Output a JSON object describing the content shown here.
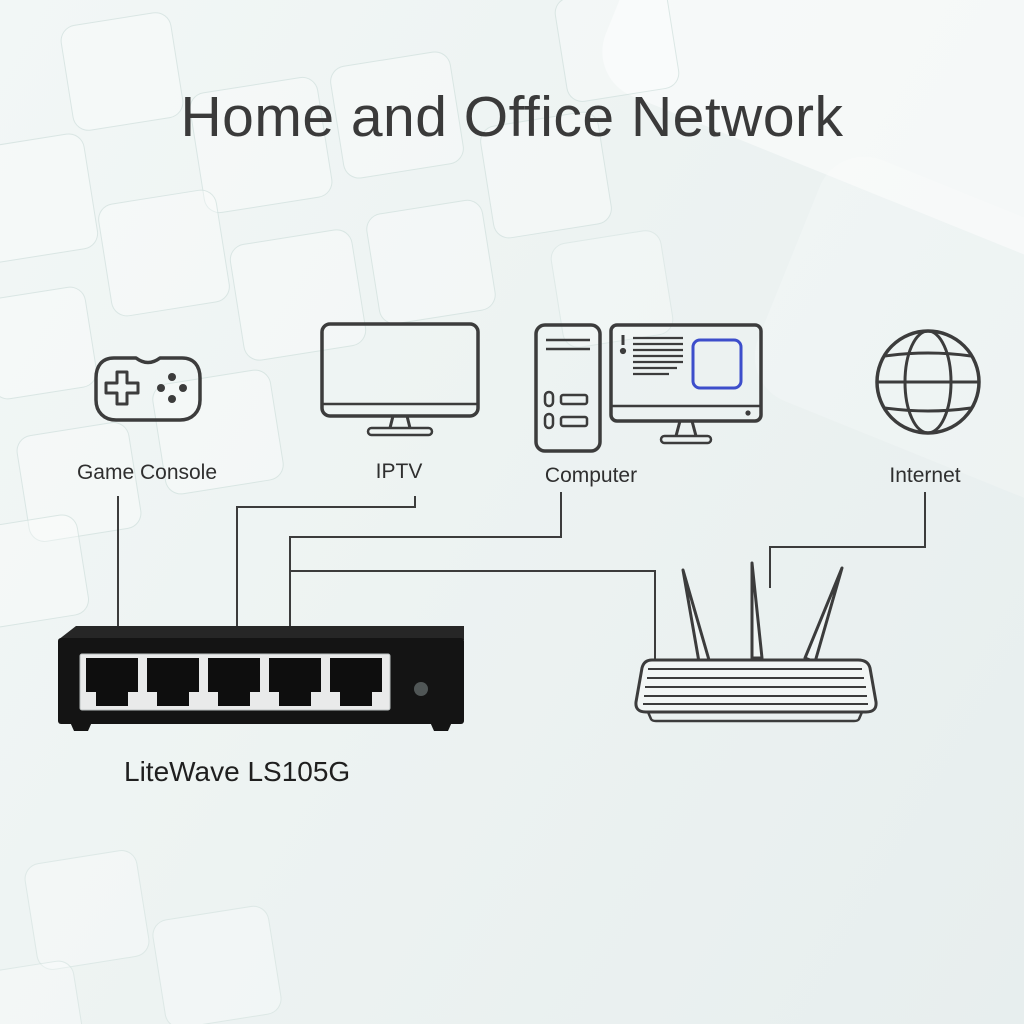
{
  "title": "Home and Office Network",
  "devices": [
    {
      "id": "game-console",
      "label": "Game Console"
    },
    {
      "id": "iptv",
      "label": "IPTV"
    },
    {
      "id": "computer",
      "label": "Computer"
    },
    {
      "id": "internet",
      "label": "Internet"
    }
  ],
  "switch": {
    "model": "LiteWave LS105G",
    "port_count": 5
  },
  "router": {
    "antenna_count": 3
  },
  "colors": {
    "background": "#eef3f2",
    "line": "#3c3c3c",
    "title_text": "#3a3a3a",
    "label_text": "#2f2f2f",
    "accent_blue": "#3d4ecb",
    "switch_body": "#141414",
    "switch_faceplate": "#e9eaea"
  }
}
